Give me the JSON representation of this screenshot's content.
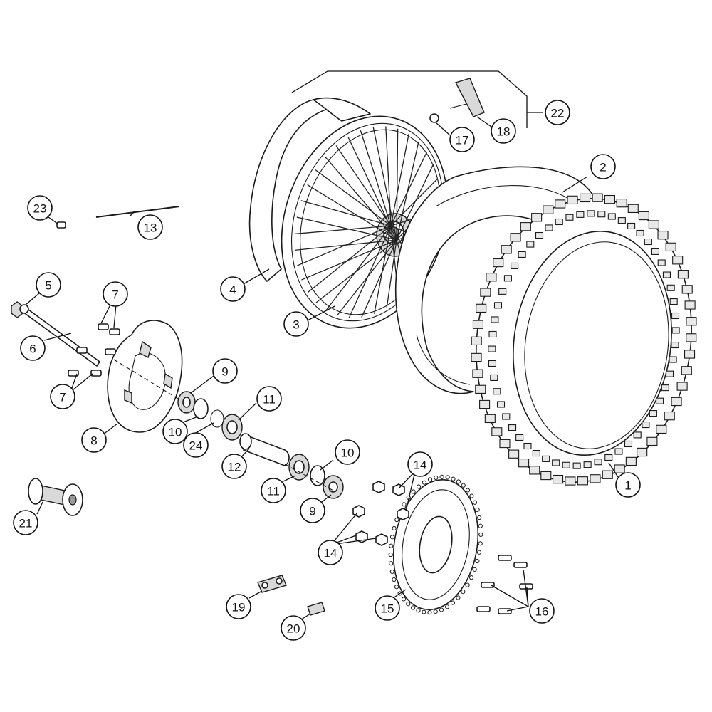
{
  "callouts": [
    {
      "id": "1",
      "label": "1"
    },
    {
      "id": "2",
      "label": "2"
    },
    {
      "id": "3",
      "label": "3"
    },
    {
      "id": "4",
      "label": "4"
    },
    {
      "id": "5",
      "label": "5"
    },
    {
      "id": "6",
      "label": "6"
    },
    {
      "id": "7a",
      "label": "7"
    },
    {
      "id": "7b",
      "label": "7"
    },
    {
      "id": "8",
      "label": "8"
    },
    {
      "id": "9a",
      "label": "9"
    },
    {
      "id": "9b",
      "label": "9"
    },
    {
      "id": "10a",
      "label": "10"
    },
    {
      "id": "10b",
      "label": "10"
    },
    {
      "id": "11a",
      "label": "11"
    },
    {
      "id": "11b",
      "label": "11"
    },
    {
      "id": "12",
      "label": "12"
    },
    {
      "id": "13",
      "label": "13"
    },
    {
      "id": "14a",
      "label": "14"
    },
    {
      "id": "14b",
      "label": "14"
    },
    {
      "id": "15",
      "label": "15"
    },
    {
      "id": "16",
      "label": "16"
    },
    {
      "id": "17",
      "label": "17"
    },
    {
      "id": "18",
      "label": "18"
    },
    {
      "id": "19",
      "label": "19"
    },
    {
      "id": "20",
      "label": "20"
    },
    {
      "id": "21",
      "label": "21"
    },
    {
      "id": "22",
      "label": "22"
    },
    {
      "id": "23",
      "label": "23"
    },
    {
      "id": "24",
      "label": "24"
    }
  ],
  "colors": {
    "line": "#1a1a1a",
    "fill": "#ffffff",
    "shade": "#d9d9d9"
  }
}
